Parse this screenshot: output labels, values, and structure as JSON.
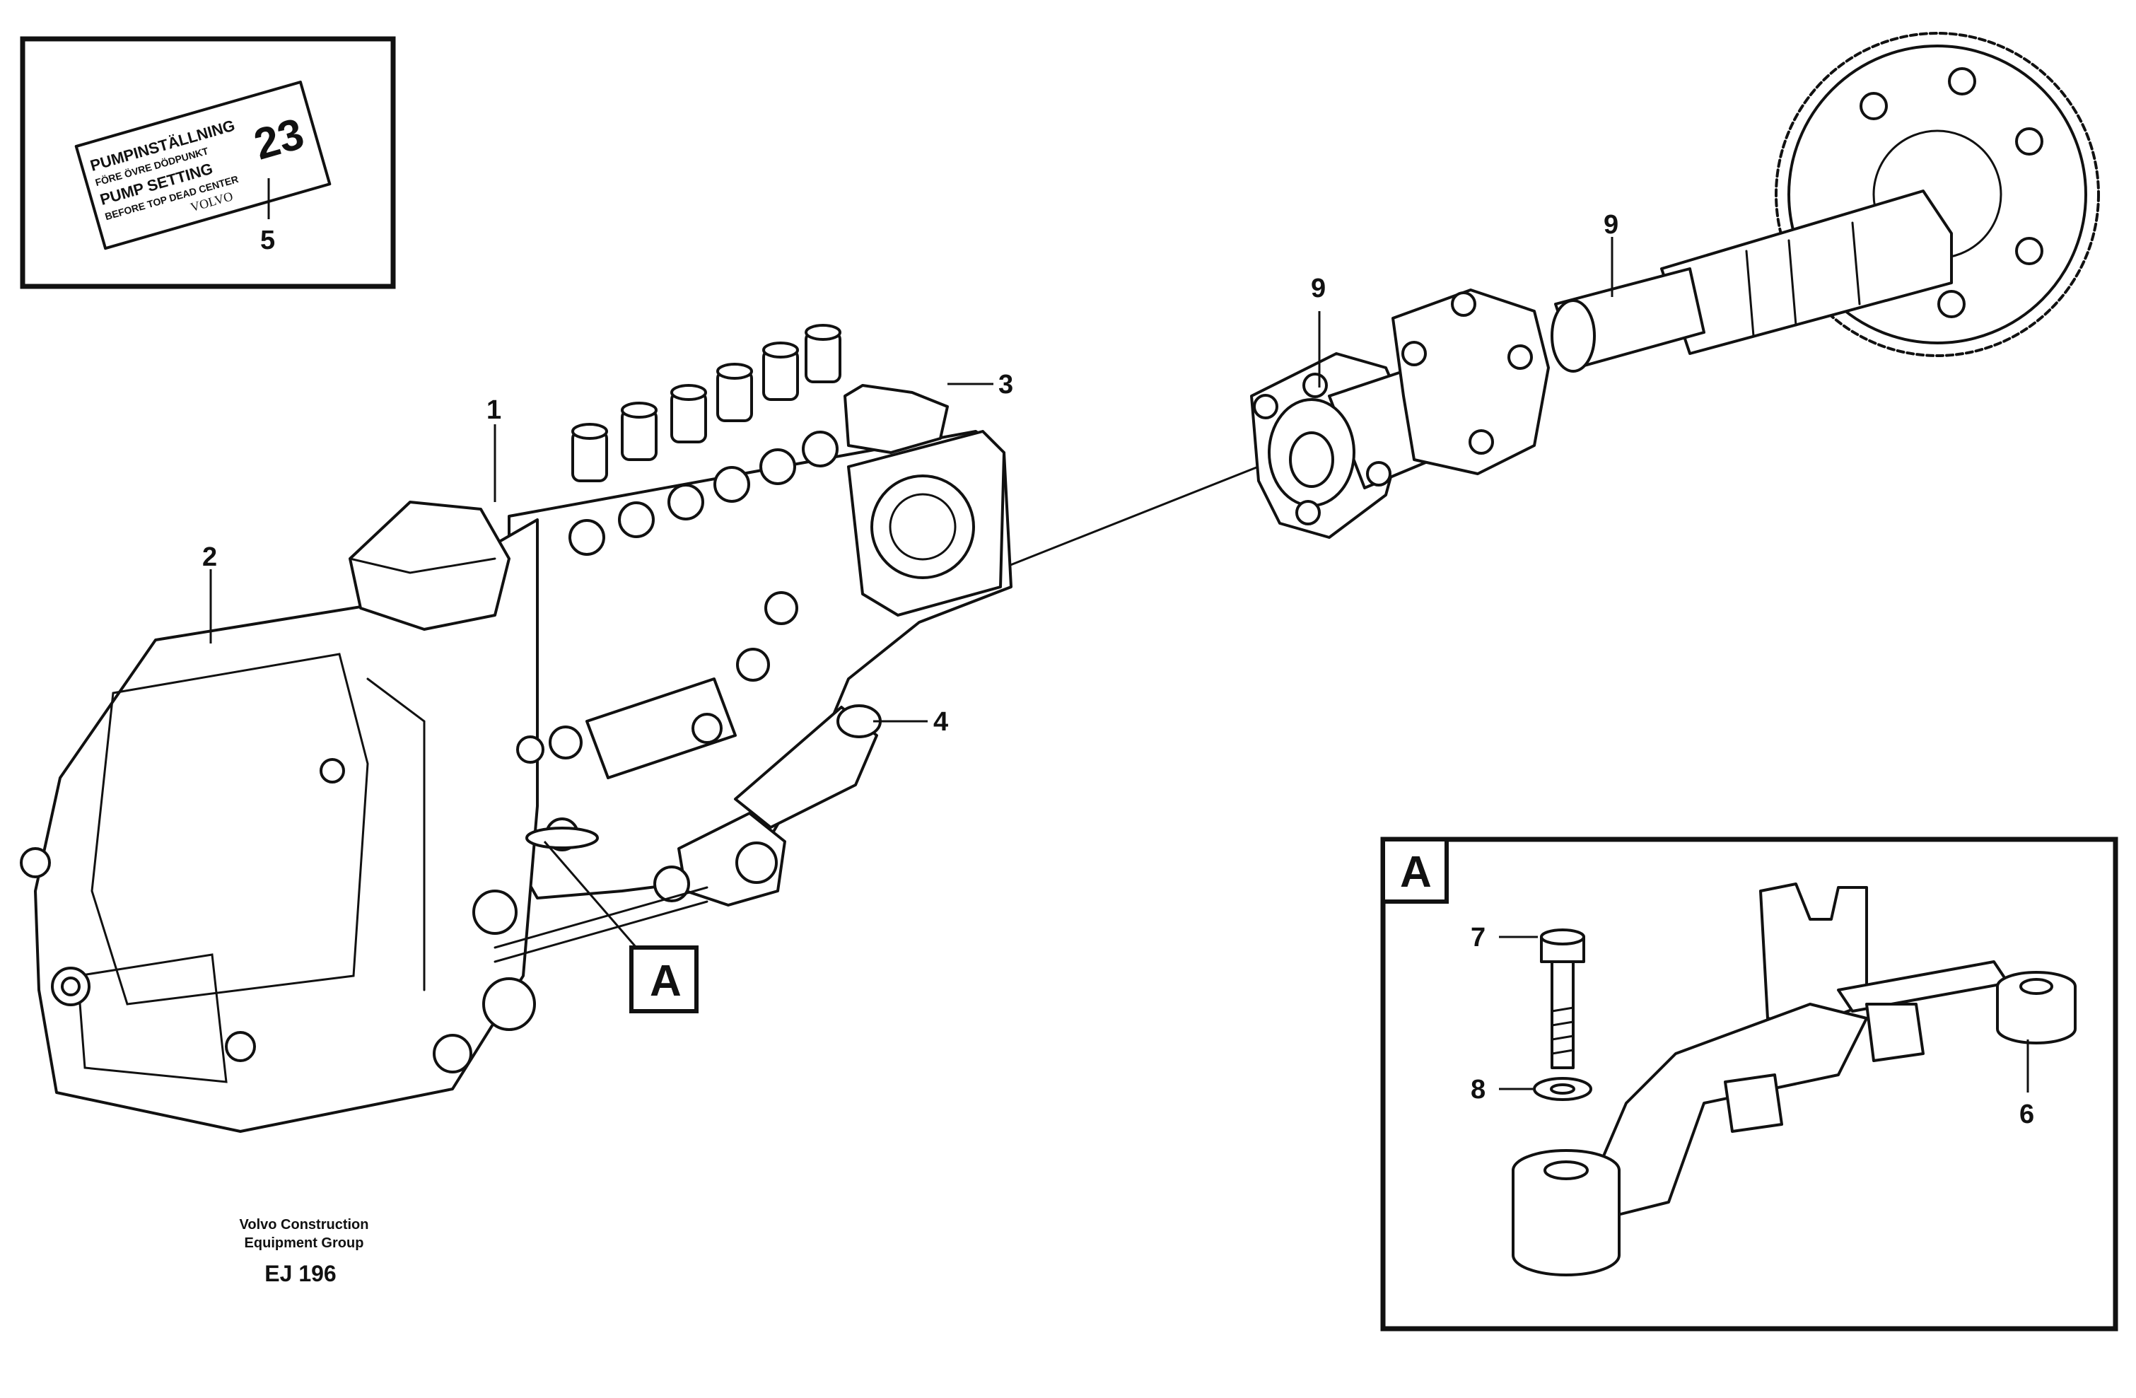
{
  "decal": {
    "line1": "PUMPINSTÄLLNING",
    "line2": "FÖRE ÖVRE DÖDPUNKT",
    "line3": "PUMP SETTING",
    "line4": "BEFORE TOP DEAD CENTER",
    "brand": "VOLVO",
    "value": "23"
  },
  "callouts": {
    "c1": "1",
    "c2": "2",
    "c3": "3",
    "c4": "4",
    "c5": "5",
    "c6": "6",
    "c7": "7",
    "c8": "8",
    "c9a": "9",
    "c9b": "9"
  },
  "detail": {
    "ref_label": "A",
    "inset_label": "A"
  },
  "footer": {
    "company_line1": "Volvo Construction",
    "company_line2": "Equipment Group",
    "code": "EJ 196"
  }
}
